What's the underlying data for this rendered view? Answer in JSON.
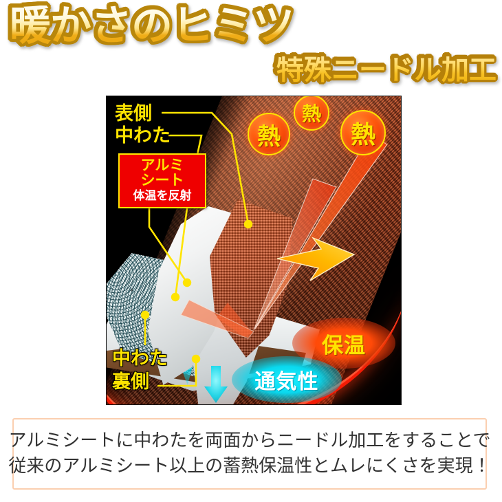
{
  "header": {
    "title_main": "暖かさのヒミツ",
    "title_sub": "特殊ニードル加工"
  },
  "diagram": {
    "labels": {
      "face_side": "表側",
      "wadding_top": "中わた",
      "wadding_bottom": "中わた",
      "back_side": "裏側"
    },
    "alu_box": {
      "line1": "アルミ",
      "line2": "シート",
      "line3": "体温を反射"
    },
    "heat_badges": [
      {
        "text": "熱"
      },
      {
        "text": "熱"
      },
      {
        "text": "熱"
      }
    ],
    "warmth_tag": "保温",
    "breathability_tag": "通気性"
  },
  "caption": {
    "line1": "アルミシートに中わたを両面からニードル加工をすることで",
    "line2": "従来のアルミシート以上の蓄熱保温性とムレにくさを実現！"
  },
  "colors": {
    "gold_light": "#fff9dc",
    "gold_dark": "#e8a611",
    "gold_outline": "#b8860b",
    "label_yellow": "#ffe400",
    "alu_box_red": "#ef0000",
    "heat_orange": "#ff5c0f",
    "breathe_cyan": "#0ad8ee",
    "caption_border": "#fbcfb0",
    "caption_text": "#333333",
    "photo_bg": "#000000"
  }
}
